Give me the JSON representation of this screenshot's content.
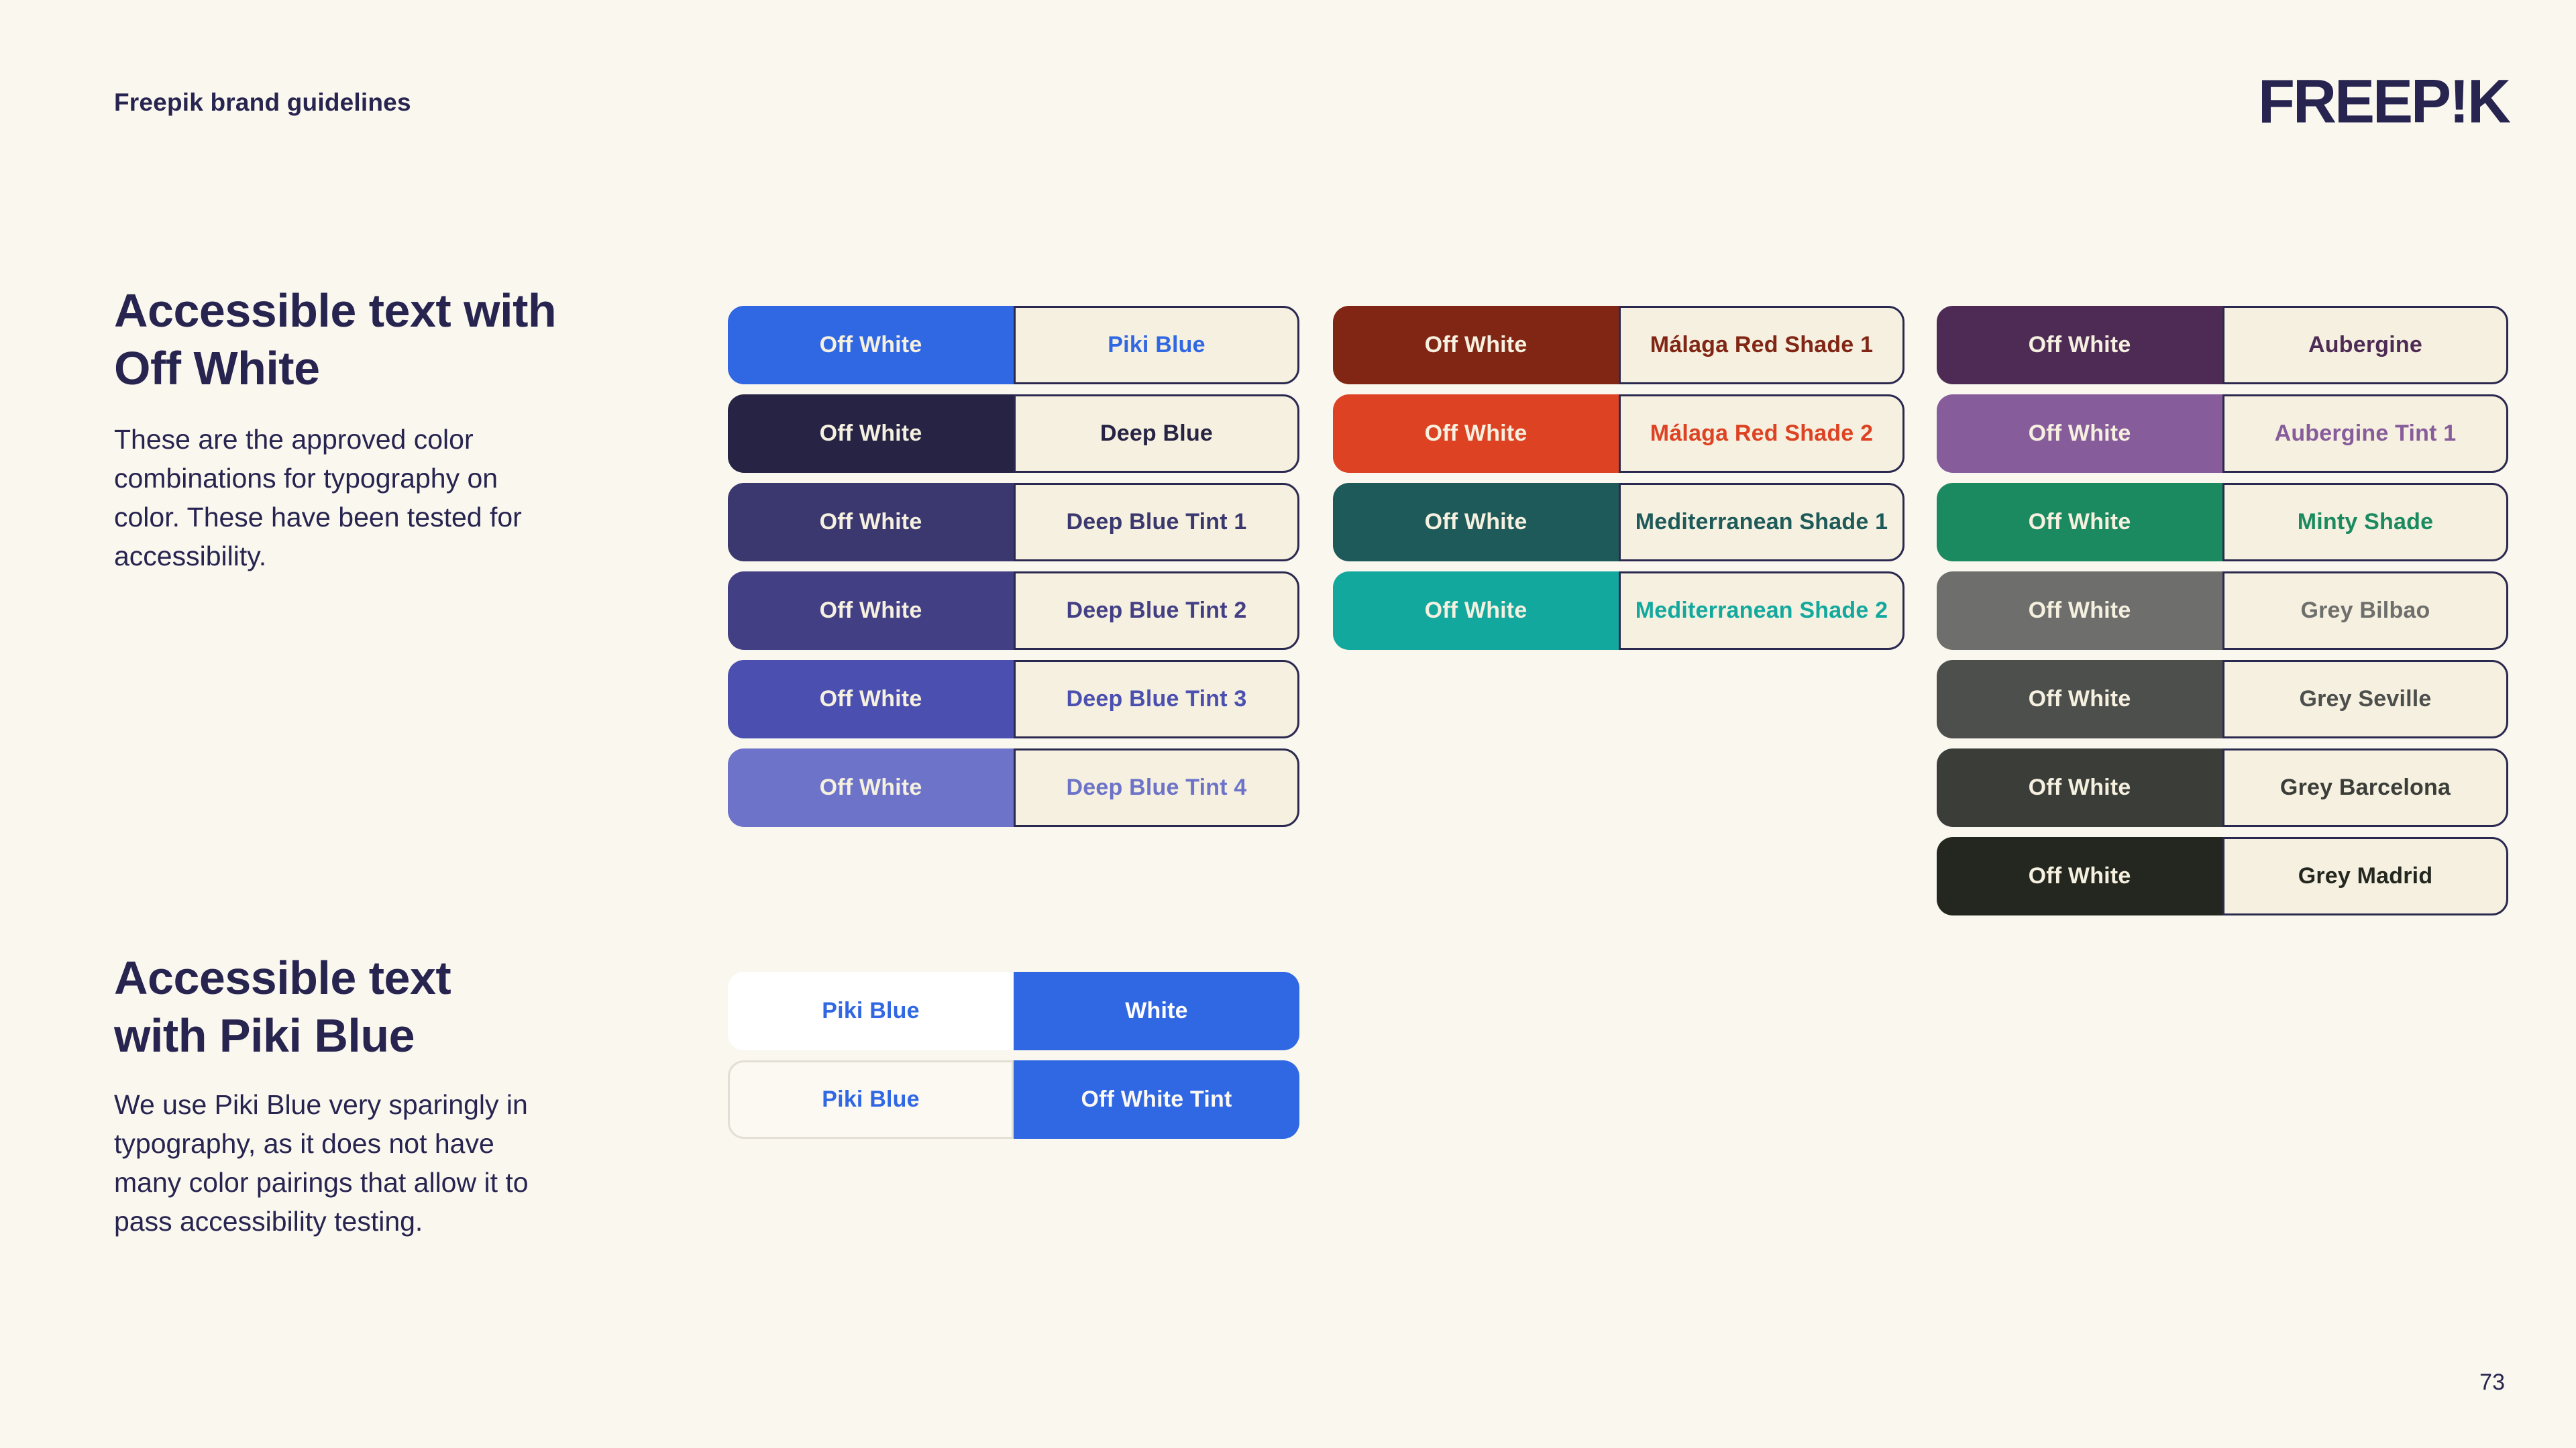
{
  "header": {
    "title": "Freepik brand guidelines",
    "logo": "FREEP!K"
  },
  "footer": {
    "page_number": "73"
  },
  "colors": {
    "page_bg": "#FAF7EF",
    "off_white": "#F5F0DF",
    "off_white_tint": "#FBF9F2",
    "white": "#FFFFFF",
    "ink": "#272450",
    "card_border": "#2B2950",
    "tint_border": "#E3DFD4",
    "piki_blue": "#3067E3"
  },
  "labels": {
    "off_white": "Off White",
    "piki_blue": "Piki Blue"
  },
  "sections": [
    {
      "heading": "Accessible text with\nOff White",
      "body": "These are the approved color\ncombinations for typography on\ncolor. These have been tested for\naccessibility."
    },
    {
      "heading": "Accessible text\nwith Piki Blue",
      "body": "We use Piki Blue very sparingly in\ntypography, as it does not have\nmany color pairings that allow it to\npass accessibility testing."
    }
  ],
  "off_white_columns": [
    {
      "rows": [
        {
          "name": "Piki Blue",
          "hex": "#3067E3"
        },
        {
          "name": "Deep Blue",
          "hex": "#262344"
        },
        {
          "name": "Deep Blue Tint 1",
          "hex": "#3B3870"
        },
        {
          "name": "Deep Blue Tint 2",
          "hex": "#433F85"
        },
        {
          "name": "Deep Blue Tint 3",
          "hex": "#4B50B0"
        },
        {
          "name": "Deep Blue Tint 4",
          "hex": "#6C73C8"
        }
      ]
    },
    {
      "rows": [
        {
          "name": "Málaga Red Shade 1",
          "hex": "#812615"
        },
        {
          "name": "Málaga Red Shade 2",
          "hex": "#DD4223"
        },
        {
          "name": "Mediterranean Shade 1",
          "hex": "#1E5A59"
        },
        {
          "name": "Mediterranean Shade 2",
          "hex": "#13A89E"
        }
      ]
    },
    {
      "rows": [
        {
          "name": "Aubergine",
          "hex": "#4E2B55"
        },
        {
          "name": "Aubergine Tint 1",
          "hex": "#875C9B"
        },
        {
          "name": "Minty Shade",
          "hex": "#1B8A60"
        },
        {
          "name": "Grey Bilbao",
          "hex": "#6E6F6C"
        },
        {
          "name": "Grey Seville",
          "hex": "#4D4F4C"
        },
        {
          "name": "Grey Barcelona",
          "hex": "#3B3D39"
        },
        {
          "name": "Grey Madrid",
          "hex": "#24271F"
        }
      ]
    }
  ],
  "piki_pairs": [
    {
      "left_label": "Piki Blue",
      "left_bg": "#FFFFFF",
      "left_border": "",
      "right_label": "White",
      "right_text": "#FFFFFF"
    },
    {
      "left_label": "Piki Blue",
      "left_bg": "#FBF9F2",
      "left_border": "#E3DFD4",
      "right_label": "Off White Tint",
      "right_text": "#FBF9F2"
    }
  ]
}
